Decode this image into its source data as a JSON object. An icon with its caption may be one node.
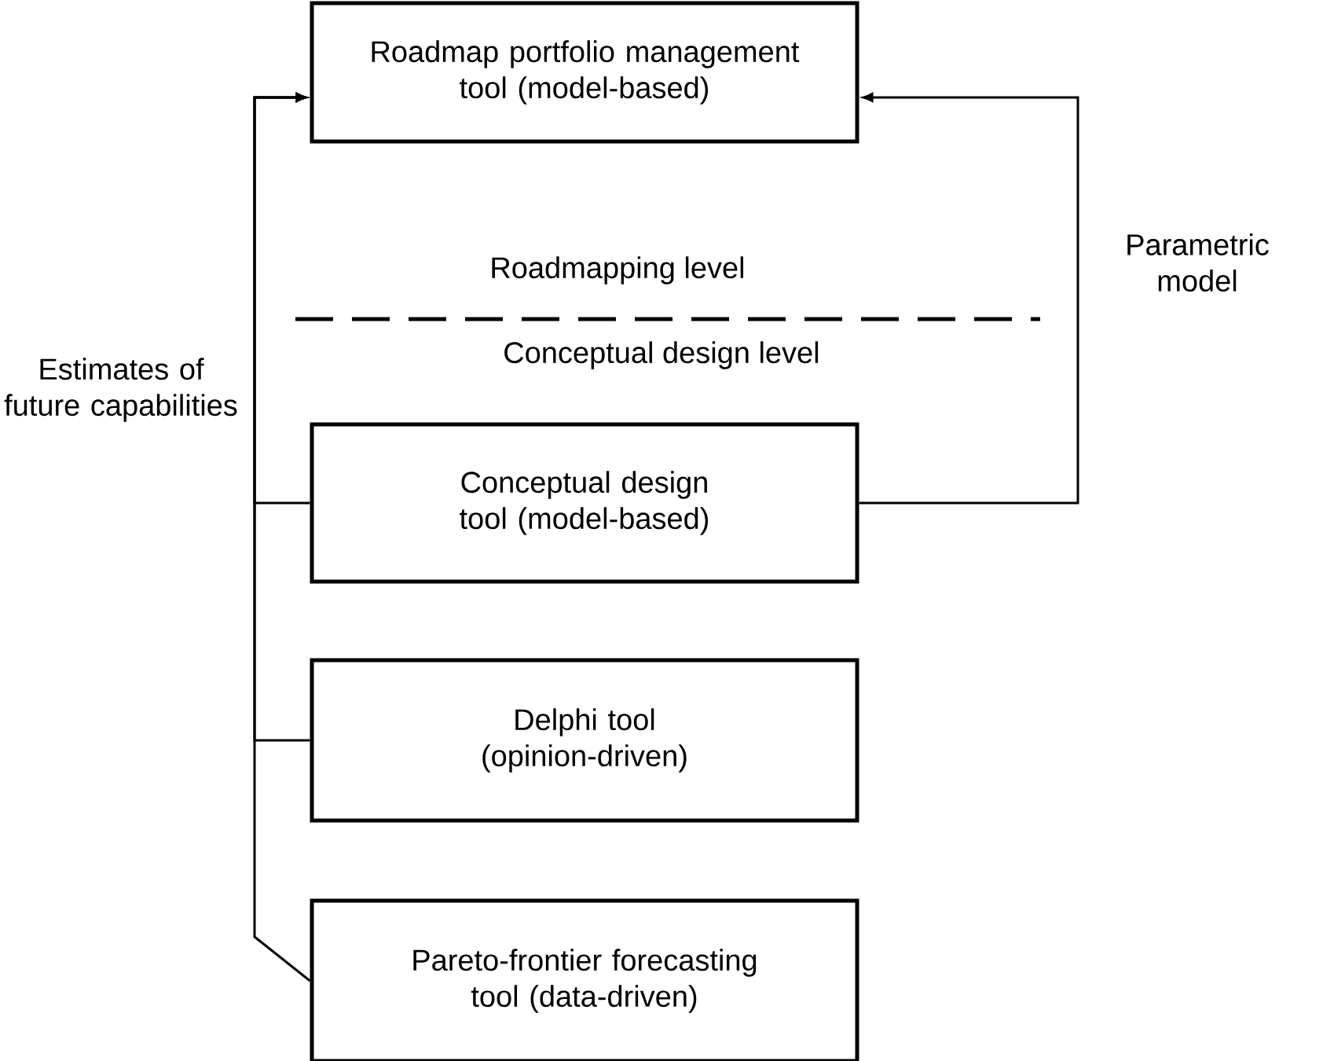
{
  "diagram": {
    "nodes": [
      {
        "text": [
          "Roadmap portfolio management tool (model-based)"
        ]
      },
      {
        "text": [
          "Conceptual design tool (model-based)"
        ]
      },
      {
        "text": [
          "Delphi tool (opinion-driven)"
        ]
      },
      {
        "text": [
          "Pareto-frontier forecasting tool (data-driven)"
        ]
      }
    ],
    "edges": [
      {
        "from": 1,
        "to": 0,
        "arrow": "to",
        "label": "Estimates of future capabilities"
      },
      {
        "from": 2,
        "to": 0,
        "arrow": "to"
      },
      {
        "from": 3,
        "to": 0,
        "arrow": "to"
      },
      {
        "from": 1,
        "to": 0,
        "arrow": "to",
        "label": "Parametric model"
      }
    ],
    "labels": [
      "Roadmapping level",
      "Conceptual design level"
    ]
  }
}
